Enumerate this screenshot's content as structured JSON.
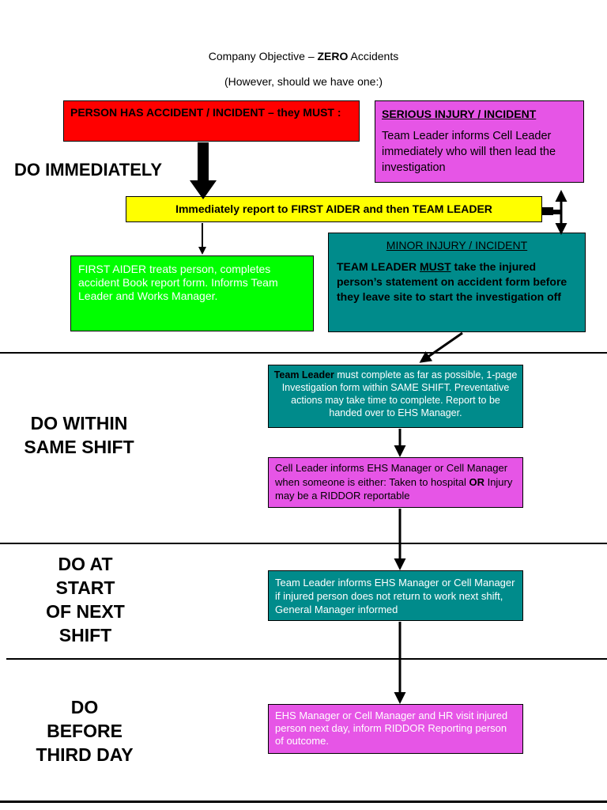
{
  "header": {
    "objective_prefix": "Company Objective – ",
    "objective_bold": "ZERO",
    "objective_suffix": " Accidents",
    "subtitle": "(However, should we have one:)"
  },
  "colors": {
    "red": "#ff0000",
    "magenta": "#e655e6",
    "yellow": "#ffff00",
    "green": "#00ff00",
    "teal": "#008b8b"
  },
  "stages": {
    "immediately": "DO IMMEDIATELY",
    "same_shift_line1": "DO WITHIN",
    "same_shift_line2": "SAME SHIFT",
    "next_shift_line1": "DO AT",
    "next_shift_line2": "START",
    "next_shift_line3": "OF NEXT",
    "next_shift_line4": "SHIFT",
    "third_day_line1": "DO",
    "third_day_line2": "BEFORE",
    "third_day_line3": "THIRD DAY"
  },
  "boxes": {
    "accident": "PERSON HAS ACCIDENT / INCIDENT – they MUST :",
    "serious_title": "SERIOUS INJURY / INCIDENT",
    "serious_body": "Team Leader informs Cell Leader immediately who will then lead the investigation",
    "report": "Immediately report to FIRST AIDER and then TEAM LEADER",
    "first_aider": "FIRST AIDER treats person, completes accident Book report form.  Informs Team Leader and Works Manager.",
    "minor_title": "MINOR INJURY / INCIDENT",
    "minor_body_1": "TEAM LEADER ",
    "minor_body_must": "MUST",
    "minor_body_2": " take the injured person’s statement on accident form before they leave site to start the investigation off",
    "investigation_bold": "Team Leader",
    "investigation_text": " must complete as far as possible, 1-page Investigation form within SAME SHIFT. Preventative actions may take time to complete. Report to be handed over to EHS Manager.",
    "cell_leader_1": "Cell Leader informs EHS Manager or Cell Manager when someone is either: Taken to hospital ",
    "cell_leader_or": "OR",
    "cell_leader_2": " Injury may be a RIDDOR reportable",
    "next_shift": "Team Leader informs EHS Manager or Cell Manager if injured person does not return to work next shift,  General Manager informed",
    "third_day": "EHS Manager or Cell Manager and HR visit injured person next day, inform RIDDOR Reporting person of outcome."
  }
}
